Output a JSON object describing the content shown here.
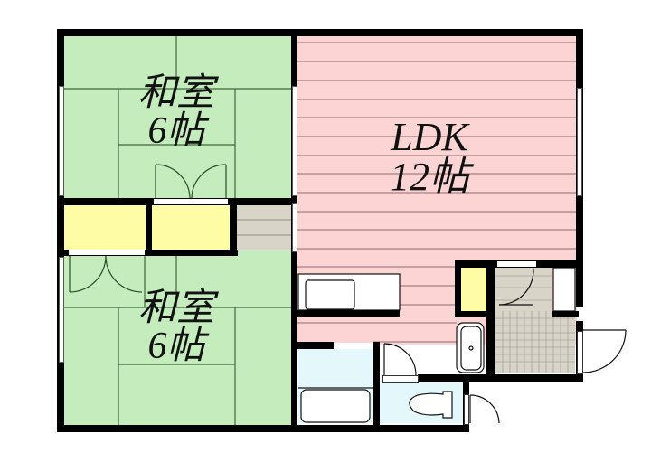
{
  "floor_plan": {
    "rooms": [
      {
        "id": "washitsu-north",
        "name": "和室",
        "size": "6帖",
        "type": "japanese-room",
        "color": "#c4ecbc"
      },
      {
        "id": "washitsu-south",
        "name": "和室",
        "size": "6帖",
        "type": "japanese-room",
        "color": "#c4ecbc"
      },
      {
        "id": "ldk",
        "name": "LDK",
        "size": "12帖",
        "type": "living-dining-kitchen",
        "color": "#fcd4d4"
      }
    ],
    "fixtures": [
      {
        "id": "closet-left",
        "type": "closet",
        "color": "#fefca4"
      },
      {
        "id": "closet-right",
        "type": "closet",
        "color": "#fefca4"
      },
      {
        "id": "storage-small",
        "type": "closet",
        "color": "#fefca4"
      },
      {
        "id": "stairs",
        "type": "stairs",
        "color": "#d8d4c8"
      },
      {
        "id": "kitchen-sink",
        "type": "kitchen-counter"
      },
      {
        "id": "bathroom",
        "type": "bath",
        "color": "#e4f8fc"
      },
      {
        "id": "toilet",
        "type": "toilet",
        "color": "#e4f8fc"
      },
      {
        "id": "washbasin",
        "type": "washbasin"
      },
      {
        "id": "entrance",
        "type": "genkan",
        "color": "#d8d4c8"
      }
    ],
    "colors": {
      "wall": "#000000",
      "tatami": "#c4ecbc",
      "tatami_line": "#3c6a3c",
      "flooring": "#fcd4d4",
      "flooring_line": "#8c6c6c",
      "closet": "#fefca4",
      "wet_area": "#e4f8fc",
      "tile": "#d8d4c8"
    }
  }
}
